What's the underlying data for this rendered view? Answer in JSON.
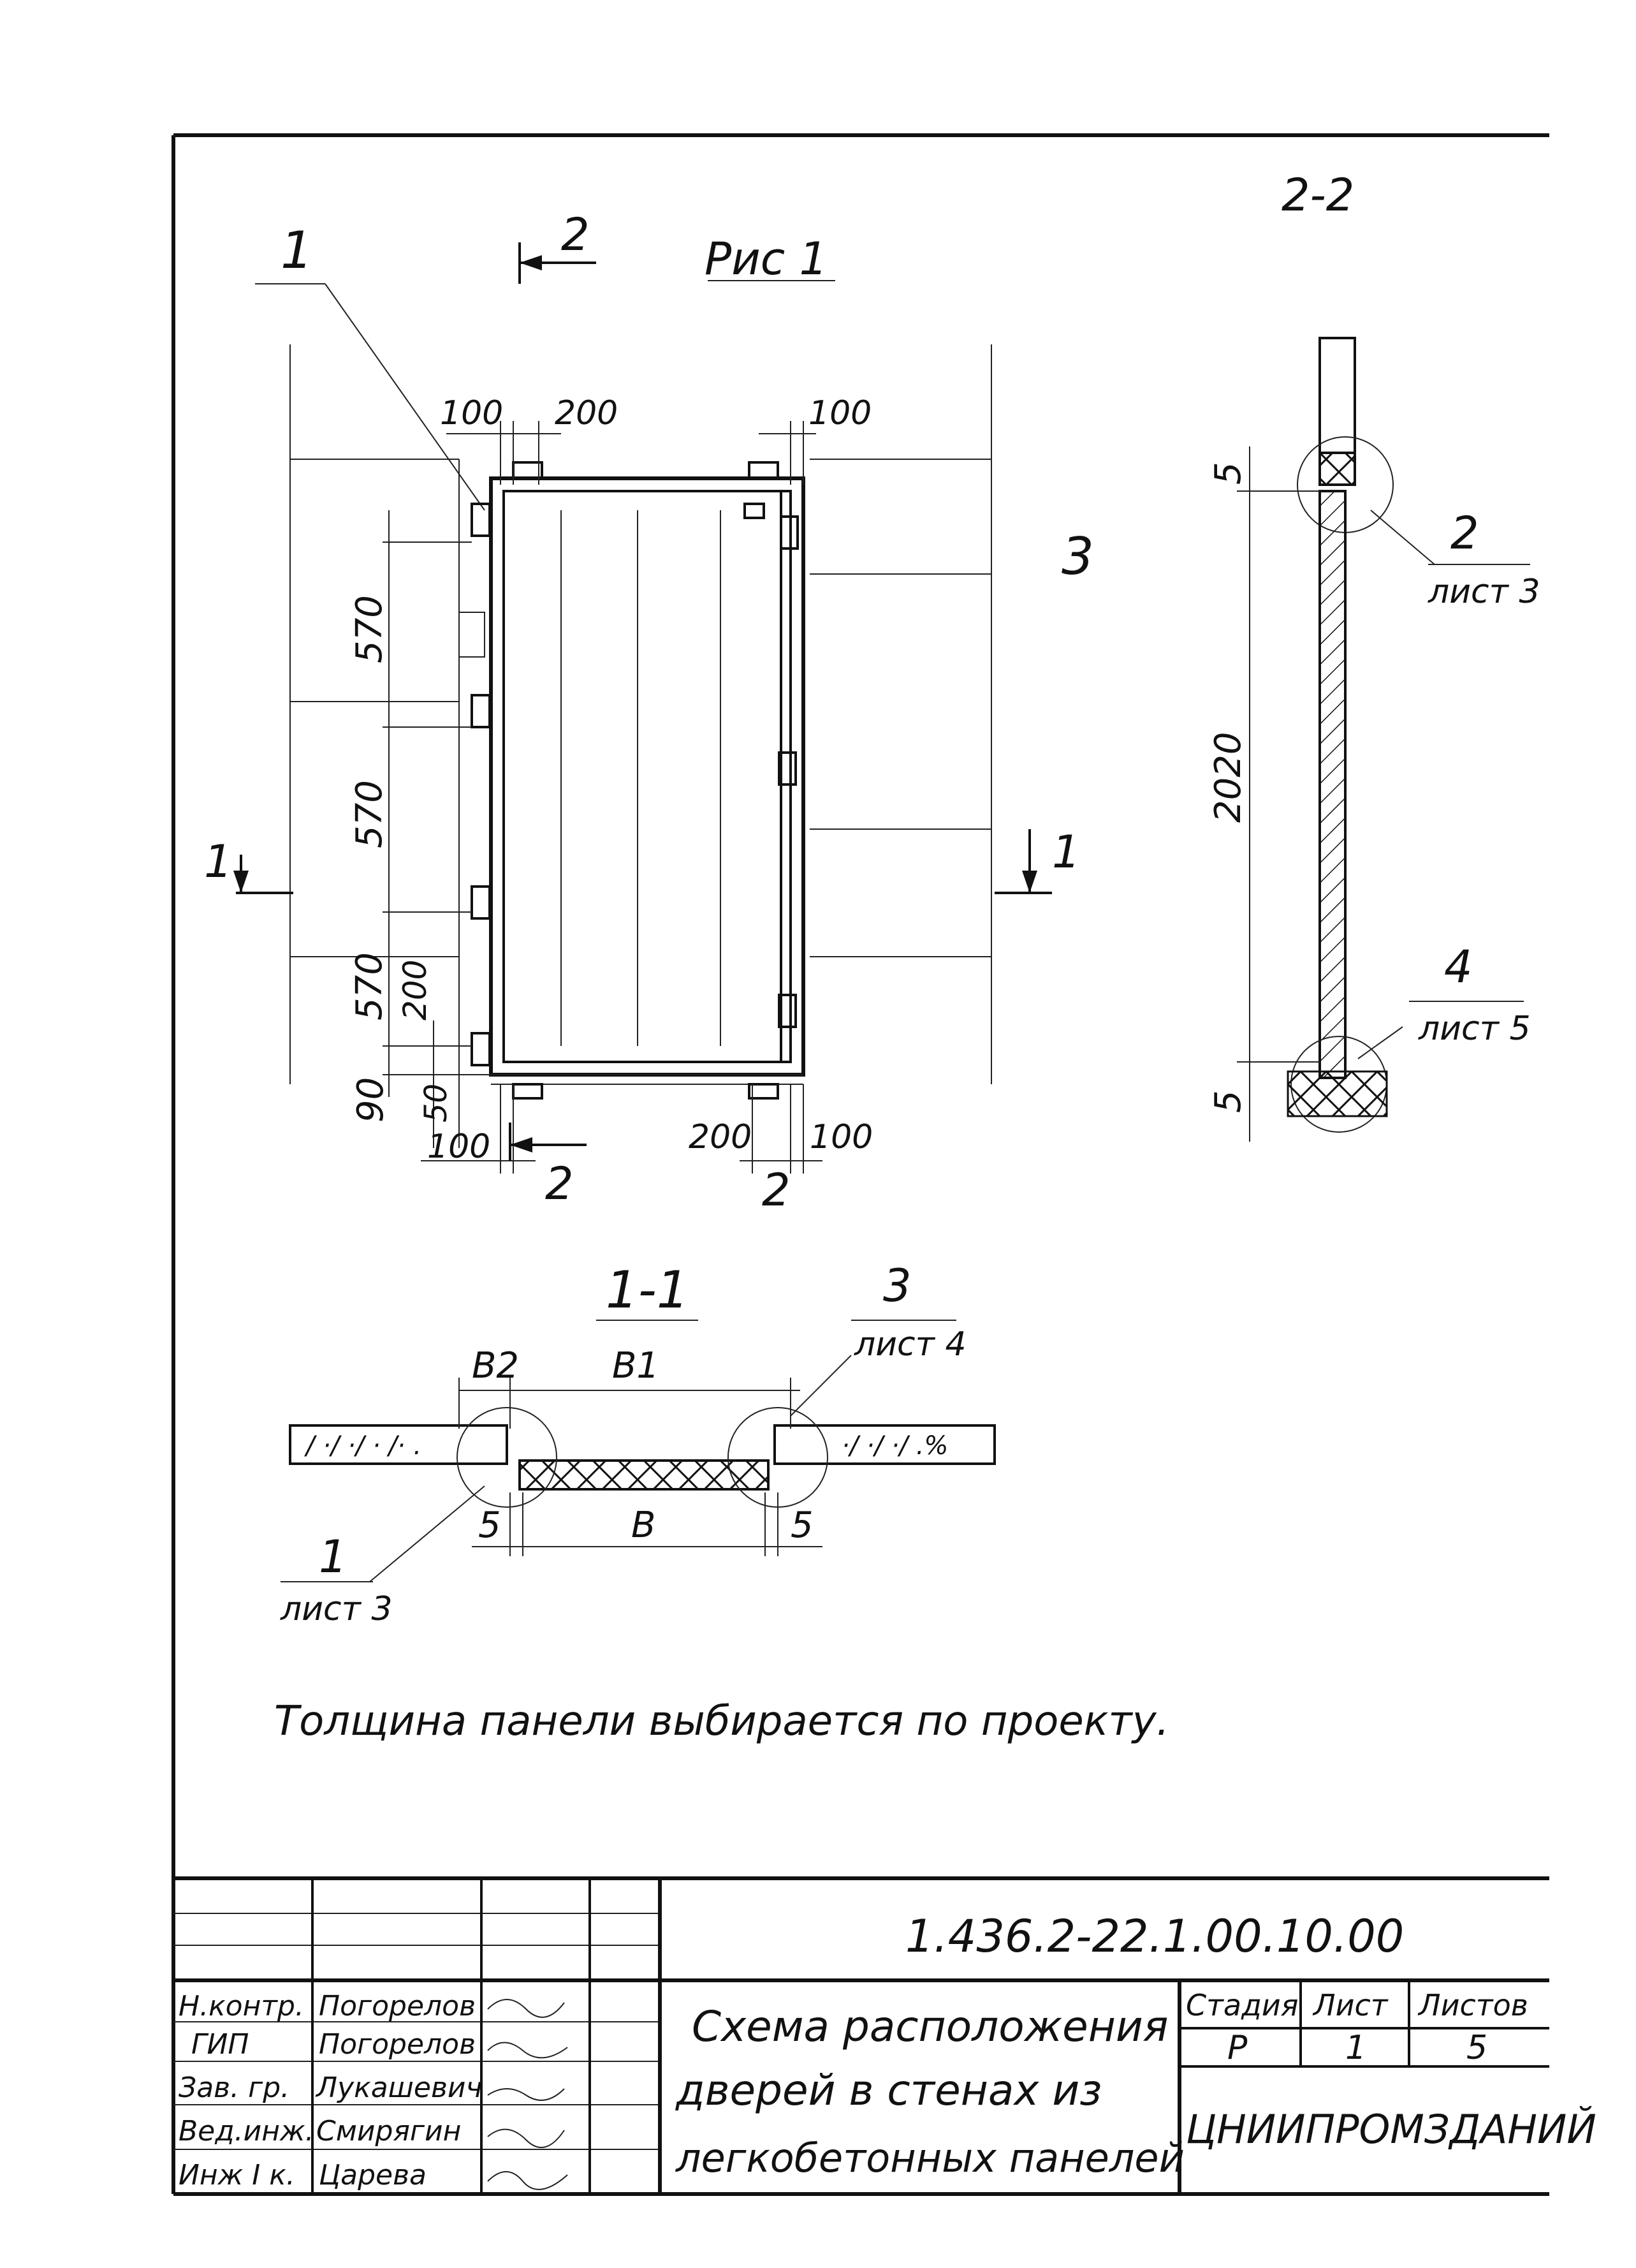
{
  "figure": {
    "title": "Рис 1",
    "section_marks": {
      "two_top": "2",
      "two_bottom_left": "2",
      "two_bottom_right": "2",
      "one_left": "1",
      "one_right": "1"
    },
    "callout_1": "1",
    "callout_3": "3",
    "dimensions": {
      "top_left_100": "100",
      "top_200": "200",
      "top_right_100": "100",
      "side_570_a": "570",
      "side_570_b": "570",
      "side_570_c": "570",
      "side_200": "200",
      "side_50": "50",
      "side_90": "90",
      "bottom_left_100": "100",
      "bottom_200": "200",
      "bottom_right_100": "100"
    }
  },
  "section_2_2": {
    "title": "2-2",
    "dim_top_5": "5",
    "dim_height": "2020",
    "dim_bottom_5": "5",
    "callout_top_num": "2",
    "callout_top_sheet": "лист 3",
    "callout_bottom_num": "4",
    "callout_bottom_sheet": "лист 5"
  },
  "section_1_1": {
    "title": "1-1",
    "dim_b2": "B2",
    "dim_b1": "B1",
    "dim_b": "B",
    "dim_left_5": "5",
    "dim_right_5": "5",
    "callout_left_num": "1",
    "callout_left_sheet": "лист 3",
    "callout_right_num": "3",
    "callout_right_sheet": "лист 4"
  },
  "note": "Толщина панели выбирается по проекту.",
  "title_block": {
    "document_code": "1.436.2-22.1.00.10.00",
    "roles": [
      "Н.контр.",
      "ГИП",
      "Зав. гр.",
      "Вед.инж.",
      "Инж I к."
    ],
    "names": [
      "Погорелов",
      "Погорелов",
      "Лукашевич",
      "Смирягин",
      "Царева"
    ],
    "drawing_title": [
      "Схема расположения",
      "дверей в стенах из",
      "легкобетонных панелей"
    ],
    "stage_label": "Стадия",
    "sheet_label": "Лист",
    "sheets_label": "Листов",
    "stage_value": "Р",
    "sheet_value": "1",
    "sheets_value": "5",
    "organization": "ЦНИИПРОМЗДАНИЙ"
  }
}
